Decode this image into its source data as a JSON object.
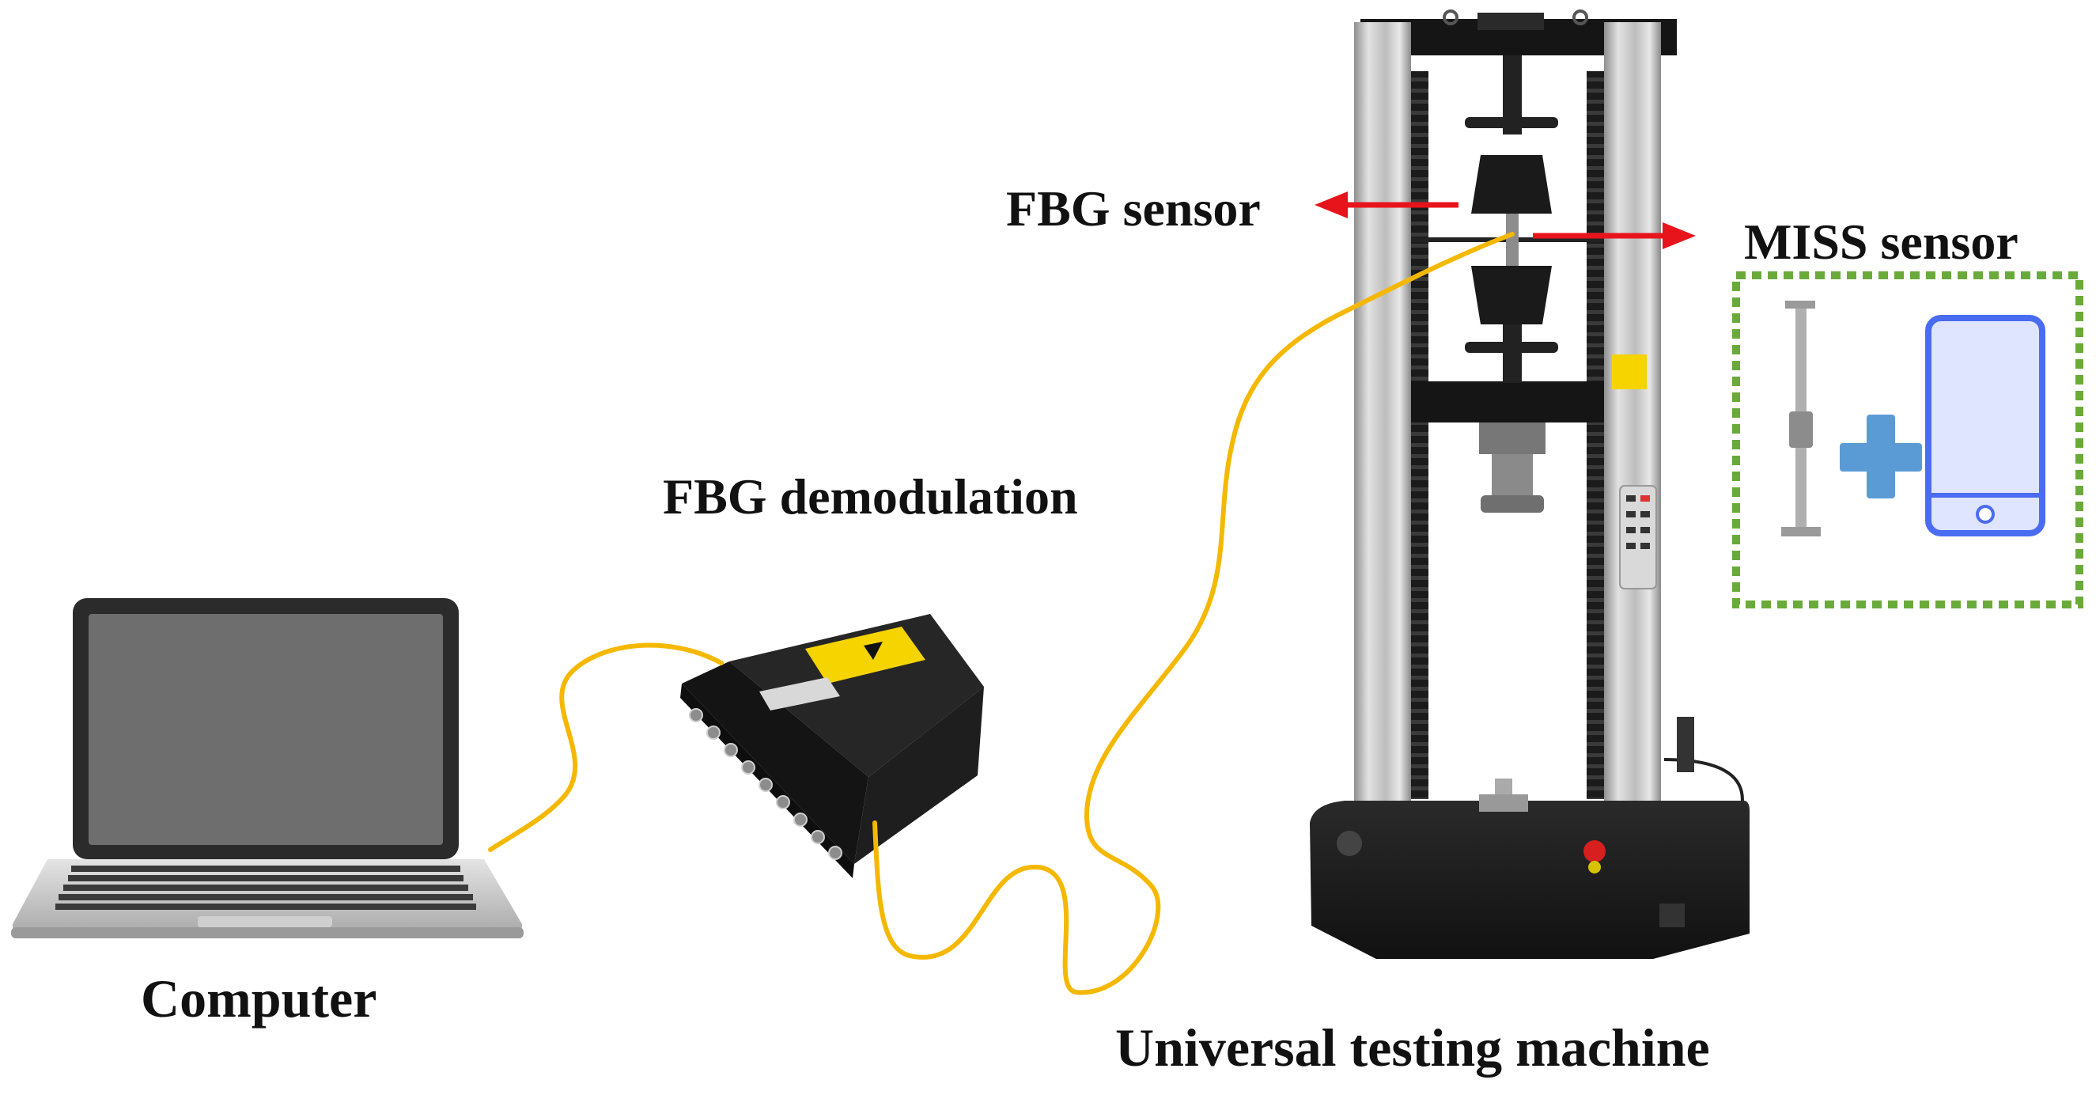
{
  "labels": {
    "fbg_sensor": "FBG sensor",
    "miss_sensor": "MISS sensor",
    "fbg_demodulation": "FBG demodulation",
    "computer": "Computer",
    "universal_testing_machine": "Universal testing machine"
  },
  "colors": {
    "fiber_cable": "#f5b800",
    "arrow": "#e8141b",
    "miss_box_border": "#6aaa3a",
    "plus_sign": "#5b9bd5",
    "phone_outline": "#4a6cf0",
    "phone_screen": "#dfe5ff",
    "machine_black": "#1c1c1c",
    "column_silver": "#c9c9c9",
    "laptop_silver": "#d6d6d6",
    "laptop_screen": "#6e6e6e",
    "demod_box": "#1a1a1a",
    "warning_label": "#f5d400"
  },
  "icons": [
    "laptop-image",
    "demodulator-box-image",
    "testing-machine-image",
    "extensometer-sensor-image",
    "plus-icon",
    "smartphone-icon",
    "red-arrow-left",
    "red-arrow-right"
  ]
}
